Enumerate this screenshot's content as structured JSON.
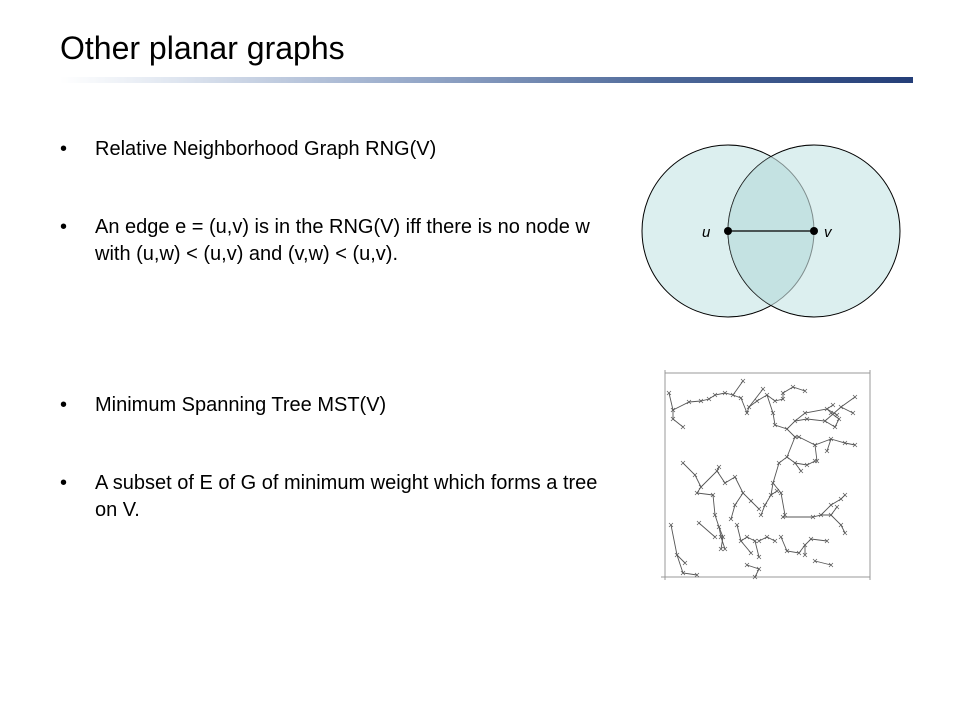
{
  "slide": {
    "title": "Other planar graphs",
    "bullet_glyph": "•",
    "bullets": [
      "Relative Neighborhood Graph RNG(V)",
      "An edge e = (u,v) is in the RNG(V) iff there is no node w with (u,w) < (u,v) and (v,w) < (u,v).",
      "Minimum Spanning Tree MST(V)",
      "A subset of E of G of minimum weight which forms a tree on V."
    ]
  },
  "rng_diagram": {
    "node_u_label": "u",
    "node_v_label": "v",
    "circle_fill": "#dcefef",
    "lens_fill": "#c4e2e2"
  },
  "mst_diagram": {
    "marker_glyph": "×",
    "line_color": "#555555"
  }
}
